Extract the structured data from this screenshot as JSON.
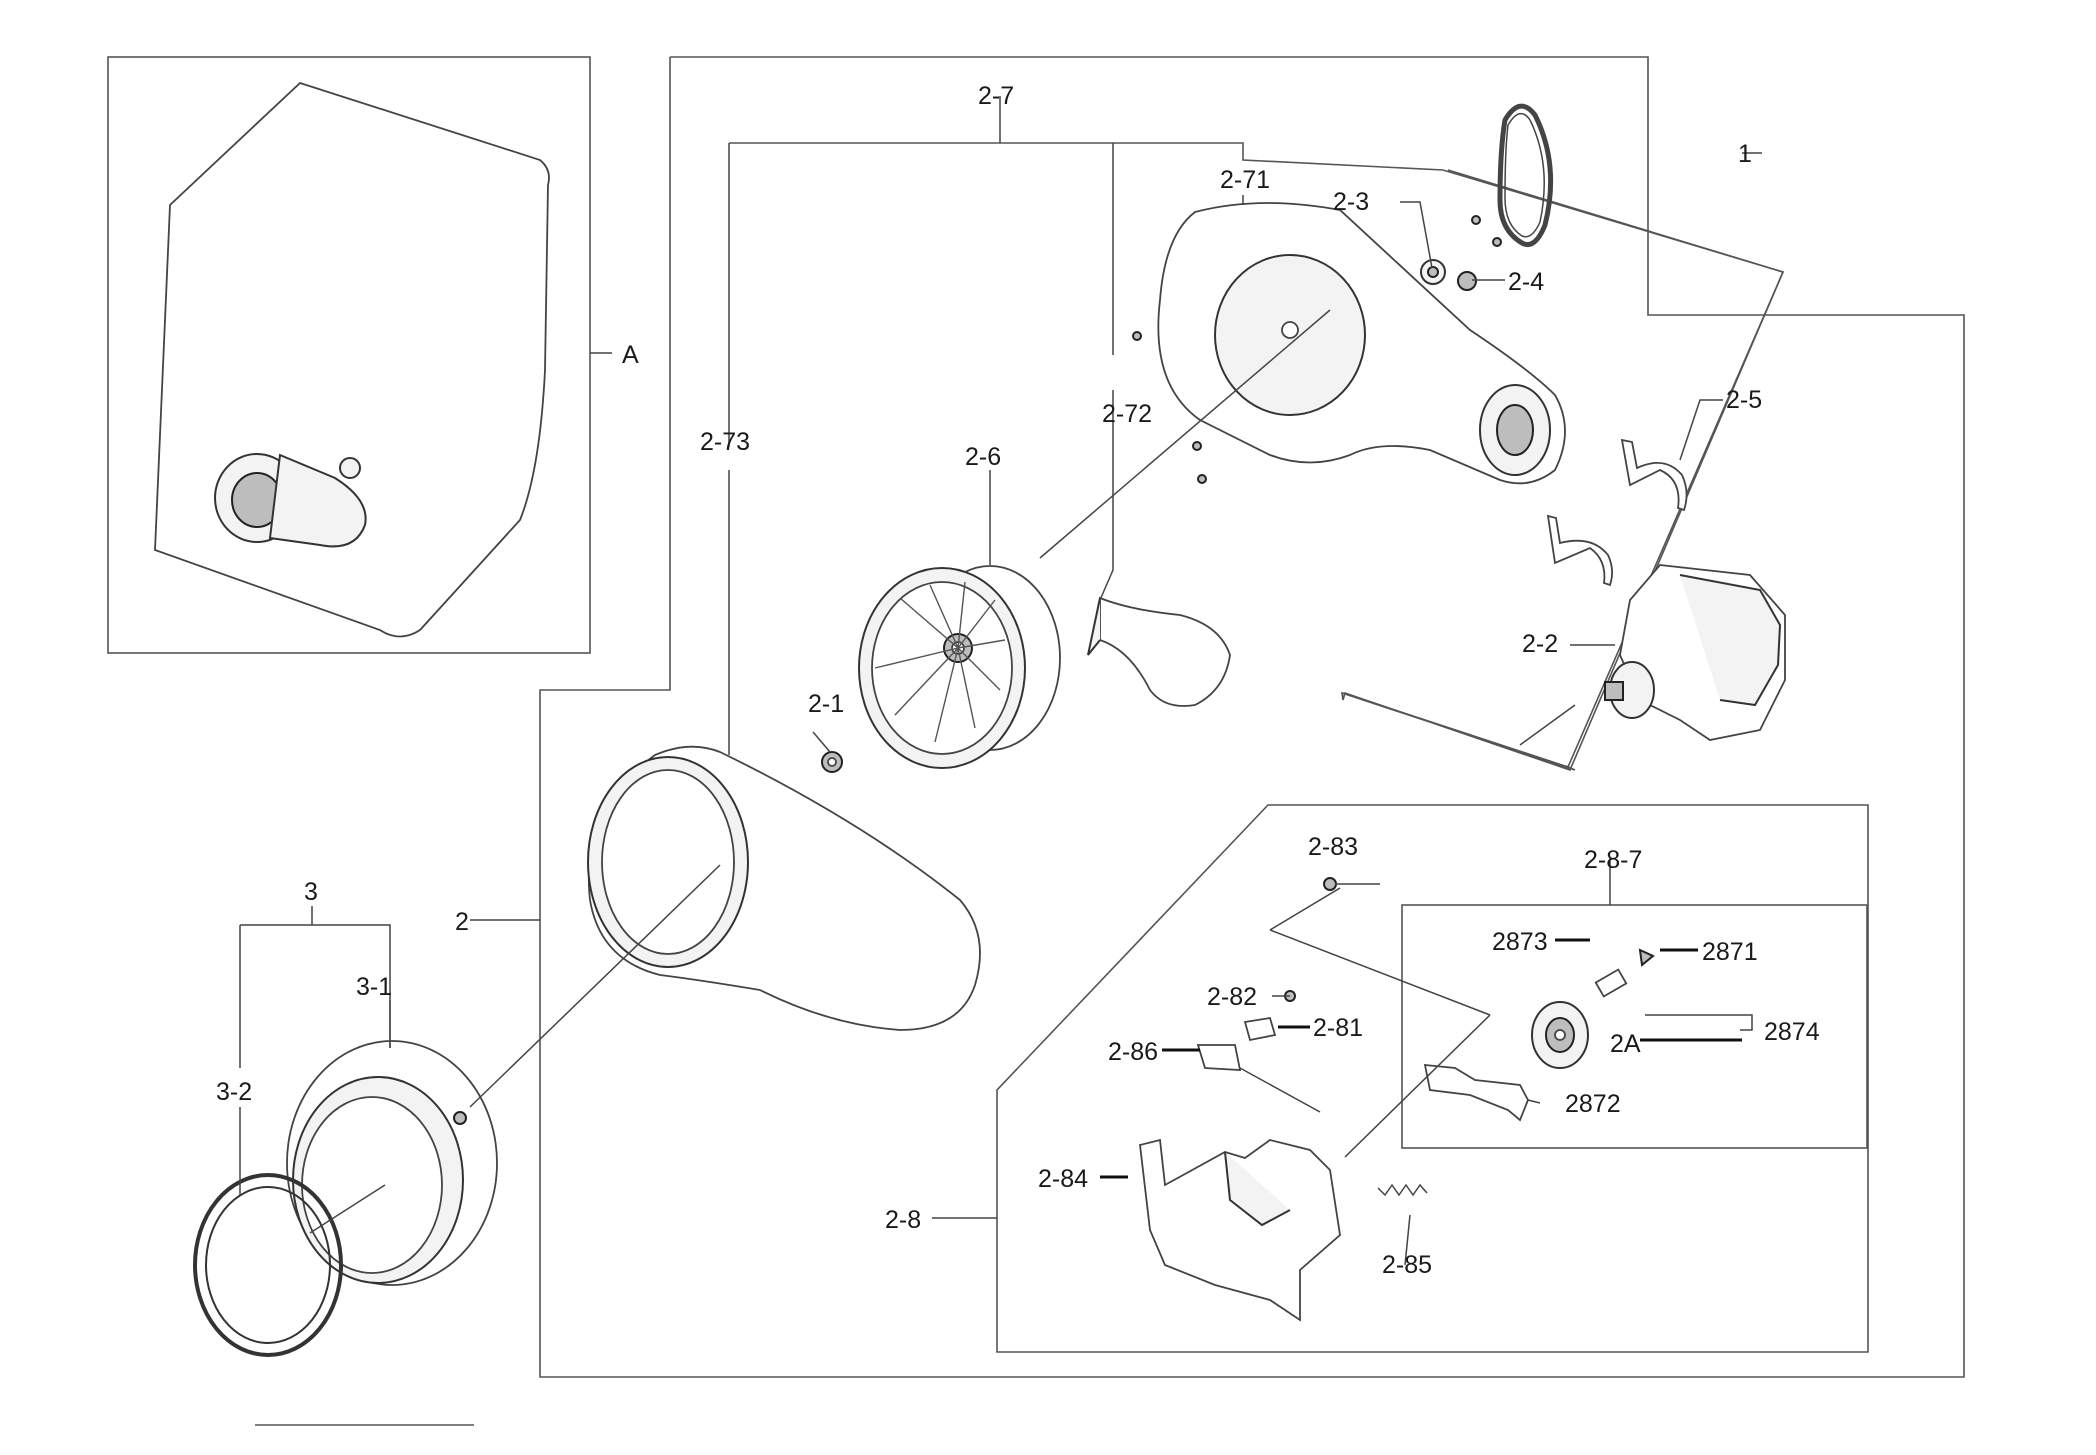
{
  "labels": {
    "A": "A",
    "p1": "1",
    "p2": "2",
    "p2_1": "2-1",
    "p2_2": "2-2",
    "p2_3": "2-3",
    "p2_4": "2-4",
    "p2_5": "2-5",
    "p2_6": "2-6",
    "p2_7": "2-7",
    "p2_71": "2-71",
    "p2_72": "2-72",
    "p2_73": "2-73",
    "p2_8": "2-8",
    "p2_81": "2-81",
    "p2_82": "2-82",
    "p2_83": "2-83",
    "p2_84": "2-84",
    "p2_85": "2-85",
    "p2_86": "2-86",
    "p2_8_7": "2-8-7",
    "p2871": "2871",
    "p2872": "2872",
    "p2873": "2873",
    "p2874": "2874",
    "p2A": "2A",
    "p3": "3",
    "p3_1": "3-1",
    "p3_2": "3-2"
  }
}
